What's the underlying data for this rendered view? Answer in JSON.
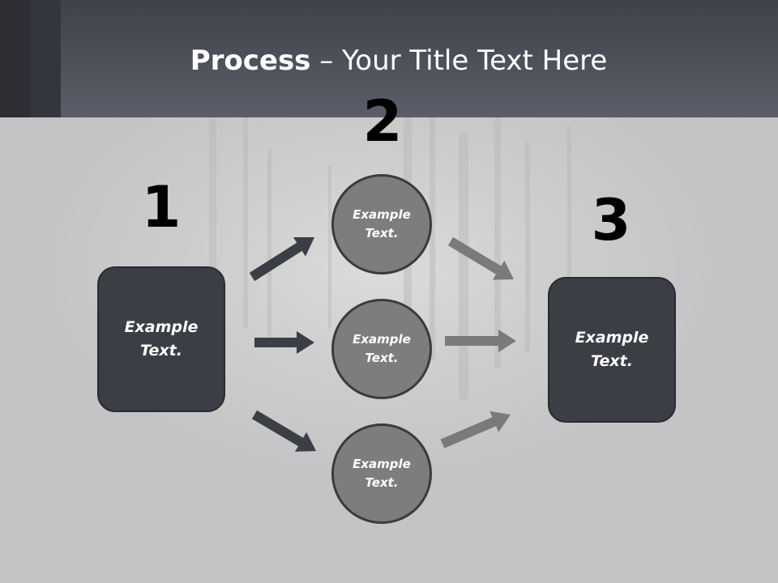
{
  "slide": {
    "title_bold": "Process",
    "title_rest": " – Your Title Text Here"
  },
  "steps": [
    {
      "number": "1",
      "label": "Example\nText."
    },
    {
      "number": "2",
      "labels": [
        "Example\nText.",
        "Example\nText.",
        "Example\nText."
      ]
    },
    {
      "number": "3",
      "label": "Example\nText."
    }
  ],
  "colors": {
    "dark_arrow": "#3c3e46",
    "light_arrow": "#7a7a7a",
    "box_fill": "#3c3e46",
    "circle_fill": "#7d7d7d"
  }
}
